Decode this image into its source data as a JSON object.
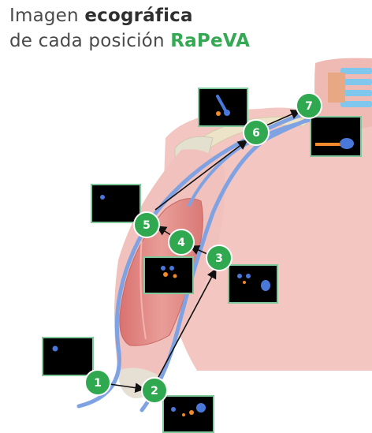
{
  "title": {
    "line1_prefix": "Imagen ",
    "line1_bold": "ecográfica",
    "line2_prefix": "de cada posición ",
    "line2_brand": "RaPeVA"
  },
  "colors": {
    "node_green": "#2fa84f",
    "node_border": "#ffffff",
    "vein_blue": "#7fa2e3",
    "skin": "#f3c6c1",
    "muscle": "#e48f8c",
    "arrow": "#111111",
    "frame_border": "#7fc99a",
    "us_blue": "#4a78d8",
    "us_orange": "#f08a2a"
  },
  "nodes": [
    {
      "label": "1"
    },
    {
      "label": "2"
    },
    {
      "label": "3"
    },
    {
      "label": "4"
    },
    {
      "label": "5"
    },
    {
      "label": "6"
    },
    {
      "label": "7"
    }
  ]
}
